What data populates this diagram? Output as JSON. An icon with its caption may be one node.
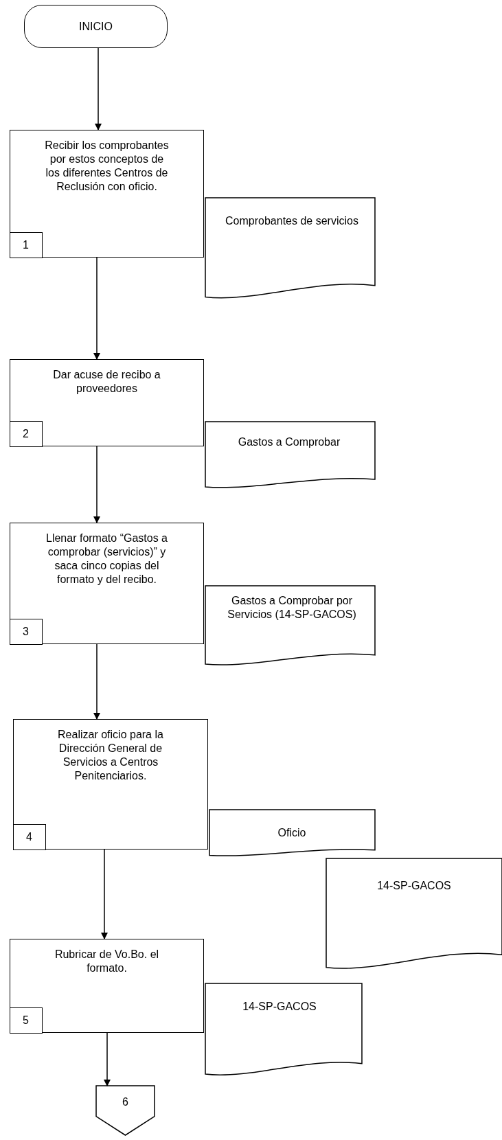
{
  "diagram": {
    "nodes": [
      {
        "text": [
          "INICIO"
        ]
      },
      {
        "text": [
          "Recibir los comprobantes por estos conceptos de los diferentes Centros de Reclusión  con oficio."
        ]
      },
      {
        "text": [
          "1"
        ],
        "in": 1
      },
      {
        "text": [
          "Comprobantes de servicios"
        ]
      },
      {
        "text": [
          "Dar acuse de recibo a proveedores"
        ]
      },
      {
        "text": [
          "2"
        ],
        "in": 4
      },
      {
        "text": [
          "Gastos a Comprobar"
        ]
      },
      {
        "text": [
          "Llenar  formato “Gastos a comprobar (servicios)” y saca cinco copias del formato y del recibo."
        ]
      },
      {
        "text": [
          "3"
        ],
        "in": 7
      },
      {
        "text": [
          "Gastos a Comprobar por Servicios (14-SP-GACOS)"
        ]
      },
      {
        "text": [
          "Realizar oficio para la Dirección General de Servicios a Centros Penitenciarios."
        ]
      },
      {
        "text": [
          "4"
        ],
        "in": 10
      },
      {
        "text": [
          "Oficio"
        ]
      },
      {
        "text": [
          "14-SP-GACOS"
        ]
      },
      {
        "text": [
          "Rubricar  de Vo.Bo. el formato."
        ]
      },
      {
        "text": [
          "5"
        ],
        "in": 14
      },
      {
        "text": [
          "14-SP-GACOS"
        ]
      },
      {
        "text": [
          "6"
        ]
      }
    ],
    "edges": [
      {
        "from": 0,
        "to": 1,
        "arrow": "to"
      },
      {
        "from": 1,
        "to": 4,
        "arrow": "to"
      },
      {
        "from": 4,
        "to": 7,
        "arrow": "to"
      },
      {
        "from": 7,
        "to": 10,
        "arrow": "to"
      },
      {
        "from": 10,
        "to": 14,
        "arrow": "to"
      },
      {
        "from": 14,
        "to": 17,
        "arrow": "to"
      }
    ]
  }
}
